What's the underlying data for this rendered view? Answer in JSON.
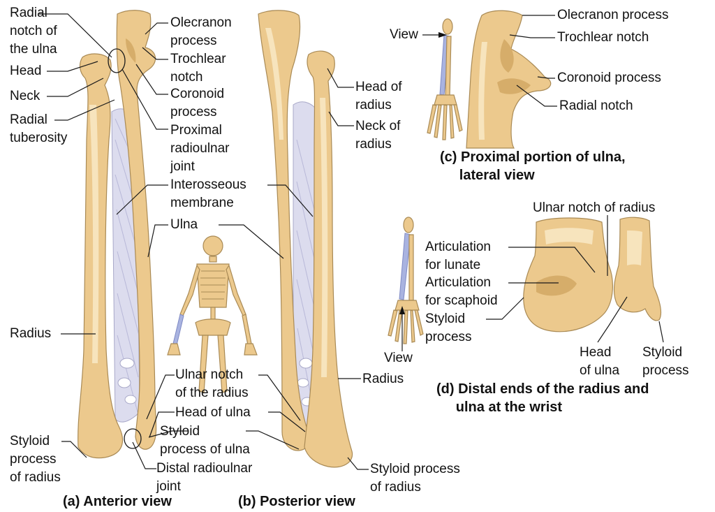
{
  "panel_a": {
    "caption": "(a) Anterior view",
    "labels": {
      "radial_notch": "Radial\nnotch of\nthe ulna",
      "head": "Head",
      "neck": "Neck",
      "radial_tuberosity": "Radial\ntuberosity",
      "olecranon": "Olecranon\nprocess",
      "trochlear": "Trochlear\nnotch",
      "coronoid": "Coronoid\nprocess",
      "proximal_joint": "Proximal\nradioulnar\njoint",
      "interosseous": "Interosseous\nmembrane",
      "ulna": "Ulna",
      "radius": "Radius",
      "ulnar_notch": "Ulnar notch\nof the radius",
      "head_of_ulna": "Head of ulna",
      "styloid_ulna": "Styloid\nprocess of ulna",
      "distal_joint": "Distal radioulnar\njoint",
      "styloid_radius": "Styloid\nprocess\nof radius"
    }
  },
  "panel_b": {
    "caption": "(b) Posterior view",
    "labels": {
      "head_of_radius": "Head of\nradius",
      "neck_of_radius": "Neck of\nradius",
      "radius": "Radius",
      "styloid_radius": "Styloid process\nof radius"
    }
  },
  "panel_c": {
    "caption": "(c) Proximal portion of ulna,\n     lateral view",
    "view": "View",
    "labels": {
      "olecranon": "Olecranon process",
      "trochlear": "Trochlear notch",
      "coronoid": "Coronoid process",
      "radial_notch": "Radial notch"
    }
  },
  "panel_d": {
    "caption": "(d) Distal ends of the radius and\n     ulna at the wrist",
    "view": "View",
    "labels": {
      "ulnar_notch": "Ulnar notch of radius",
      "art_lunate": "Articulation\nfor lunate",
      "art_scaphoid": "Articulation\nfor scaphoid",
      "styloid": "Styloid\nprocess",
      "head_ulna": "Head\nof ulna",
      "styloid_ulna": "Styloid\nprocess"
    }
  },
  "colors": {
    "bone": "#ecc98d",
    "membrane": "#dcdcee",
    "highlight": "#a9b3e0"
  }
}
